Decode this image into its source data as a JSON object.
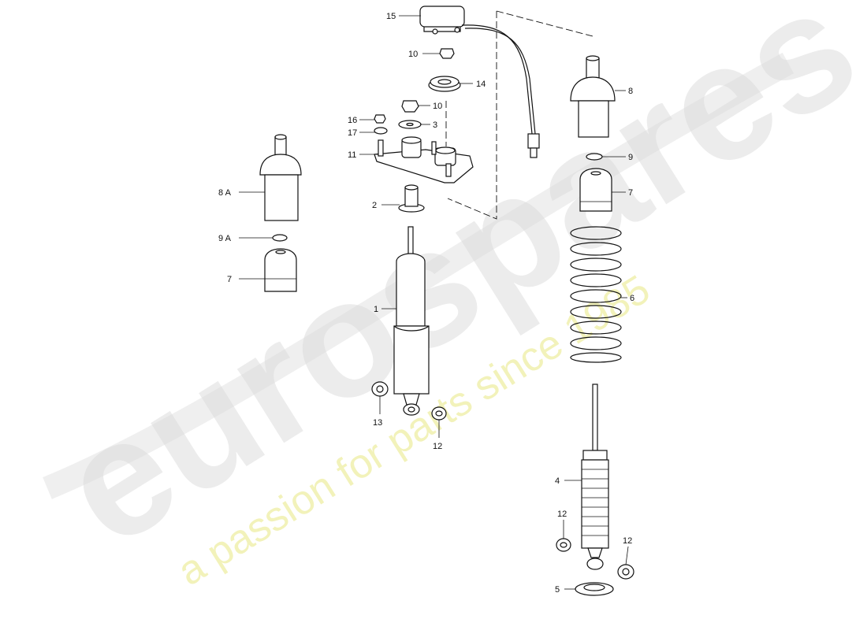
{
  "watermark": {
    "brand": "eurospares",
    "tagline": "a passion for parts since 1985",
    "brand_color": "#d9d9d9",
    "tagline_color": "#ecec9a"
  },
  "callouts": {
    "c15": "15",
    "c10a": "10",
    "c14": "14",
    "c10b": "10",
    "c3": "3",
    "c16": "16",
    "c17": "17",
    "c11": "11",
    "c8": "8",
    "c9": "9",
    "c7r": "7",
    "c8A": "8 A",
    "c2": "2",
    "c9A": "9 A",
    "c7l": "7",
    "c1": "1",
    "c6": "6",
    "c13": "13",
    "c12a": "12",
    "c4": "4",
    "c12b": "12",
    "c12c": "12",
    "c5": "5"
  }
}
